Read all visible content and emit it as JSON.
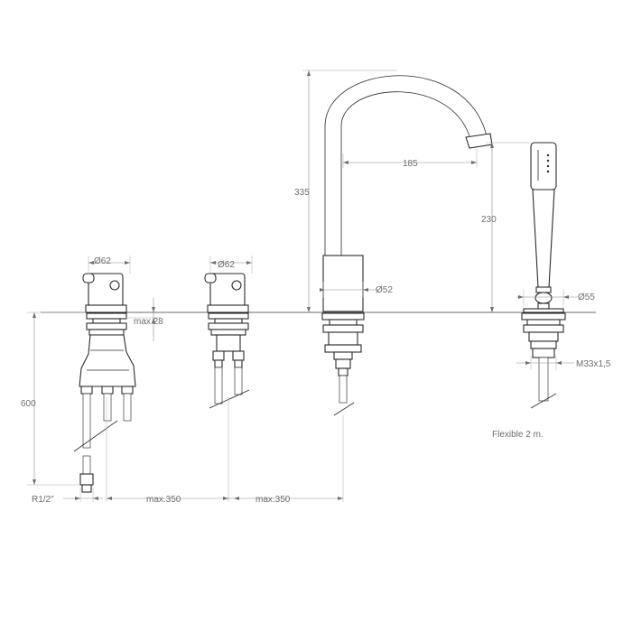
{
  "dimensions": {
    "handle_left_diameter": "Ø62",
    "handle_right_diameter": "Ø62",
    "deck_thickness": "max.28",
    "hose_length": "600",
    "inlet_thread": "R1/2\"",
    "spacing_left": "max.350",
    "spacing_right": "max.350",
    "spout_height": "335",
    "spout_reach": "185",
    "spout_base_diameter": "Ø52",
    "shower_height": "230",
    "shower_base_diameter": "Ø55",
    "shower_thread": "M33x1,5"
  },
  "notes": {
    "flexible": "Flexible 2 m."
  },
  "colors": {
    "line": "#2b2b2b",
    "dimension": "#8a8a8a",
    "text": "#6e6e6e"
  }
}
